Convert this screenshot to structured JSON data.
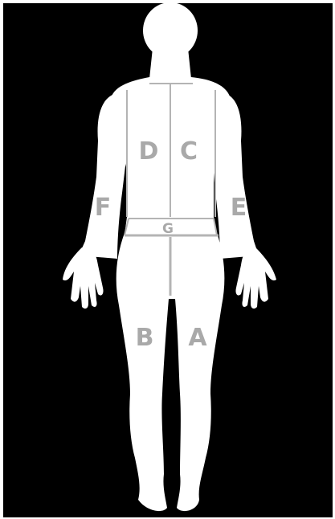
{
  "colors": {
    "background": "#000000",
    "frame": "#ffffff",
    "silhouette": "#ffffff",
    "divider_lines": "#b4b4b4",
    "label_text": "#a9a9a9"
  },
  "zones": {
    "A": "A",
    "B": "B",
    "C": "C",
    "D": "D",
    "E": "E",
    "F": "F",
    "G": "G"
  }
}
